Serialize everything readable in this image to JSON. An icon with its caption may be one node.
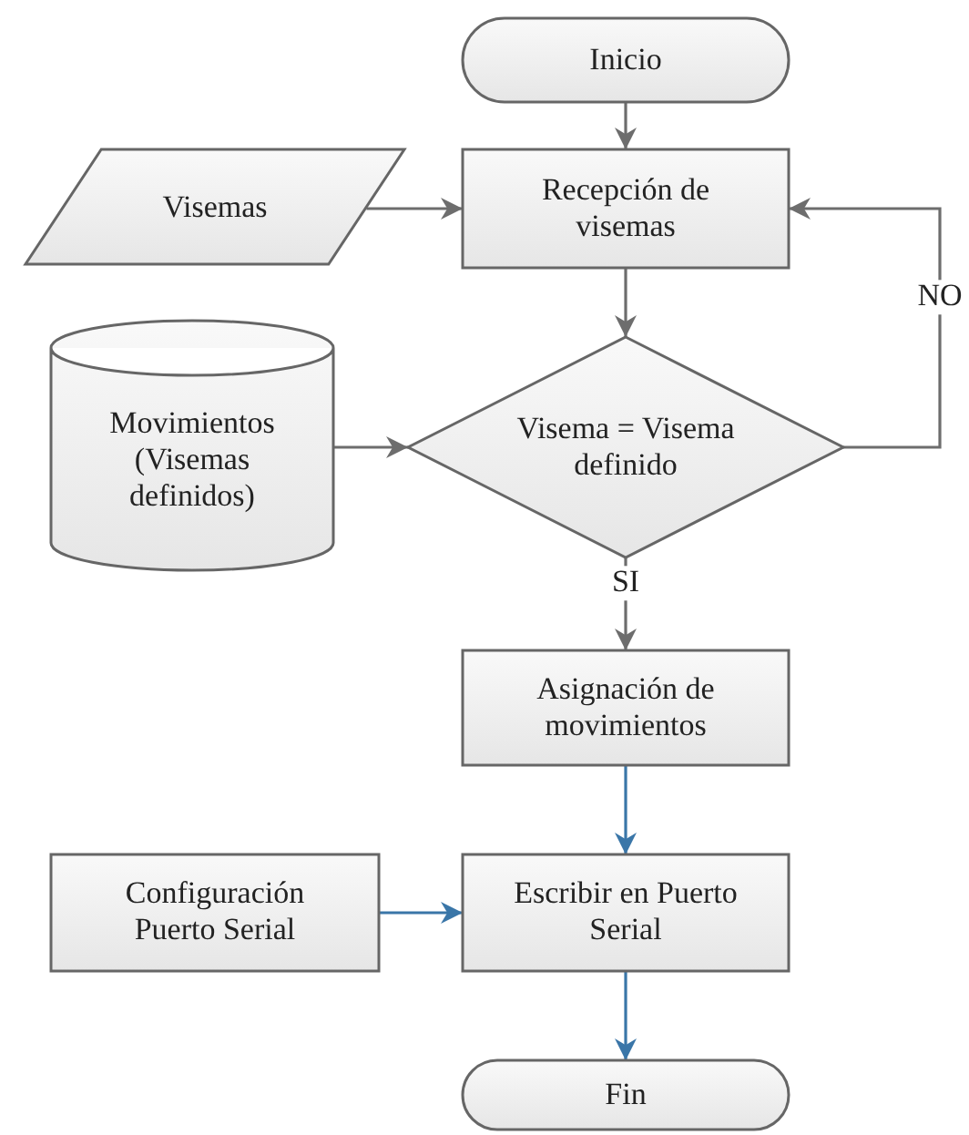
{
  "diagram": {
    "nodes": [
      {
        "text": [
          "Inicio"
        ]
      },
      {
        "text": [
          "Visemas"
        ]
      },
      {
        "text": [
          "Recepción de visemas"
        ]
      },
      {
        "text": [
          "Movimientos (Visemas definidos)"
        ]
      },
      {
        "text": [
          "Visema = Visema definido"
        ]
      },
      {
        "text": [
          "Asignación de movimientos"
        ]
      },
      {
        "text": [
          "Configuración Puerto Serial"
        ]
      },
      {
        "text": [
          "Escribir en Puerto Serial"
        ]
      },
      {
        "text": [
          "Fin"
        ]
      }
    ],
    "edges": [
      {
        "from": 0,
        "to": 2,
        "arrow": "to"
      },
      {
        "from": 1,
        "to": 2,
        "arrow": "to"
      },
      {
        "from": 2,
        "to": 4,
        "arrow": "to"
      },
      {
        "from": 3,
        "to": 4,
        "arrow": "to"
      },
      {
        "from": 4,
        "to": 2,
        "arrow": "to",
        "label": "NO"
      },
      {
        "from": 4,
        "to": 5,
        "arrow": "to",
        "label": "SI"
      },
      {
        "from": 5,
        "to": 7,
        "arrow": "to",
        "color": "#3a76a8"
      },
      {
        "from": 6,
        "to": 7,
        "arrow": "to",
        "color": "#3a76a8"
      },
      {
        "from": 7,
        "to": 8,
        "arrow": "to",
        "color": "#3a76a8"
      }
    ]
  }
}
